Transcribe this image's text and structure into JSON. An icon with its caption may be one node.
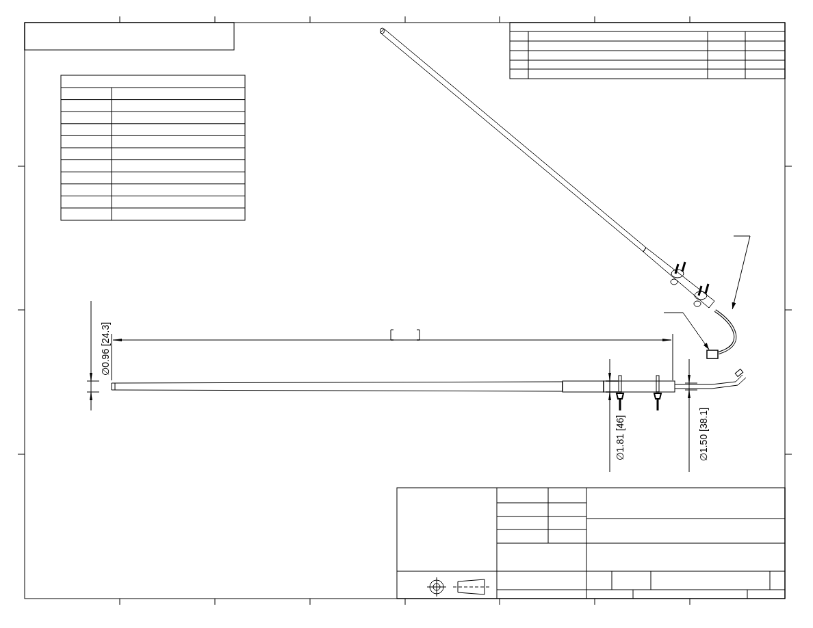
{
  "diagram": {
    "nodes": [
      {
        "text": [],
        "shape": "picture"
      },
      {
        "text": [],
        "shape": "box"
      }
    ],
    "edges": [
      {
        "from": null,
        "to": 0,
        "arrow": "to"
      },
      {
        "from": null,
        "to": 1,
        "arrow": "to"
      }
    ],
    "labels": [
      "∅0.96 [24.3]",
      "∅1.81 [46]",
      "∅1.50 [38.1]"
    ]
  }
}
